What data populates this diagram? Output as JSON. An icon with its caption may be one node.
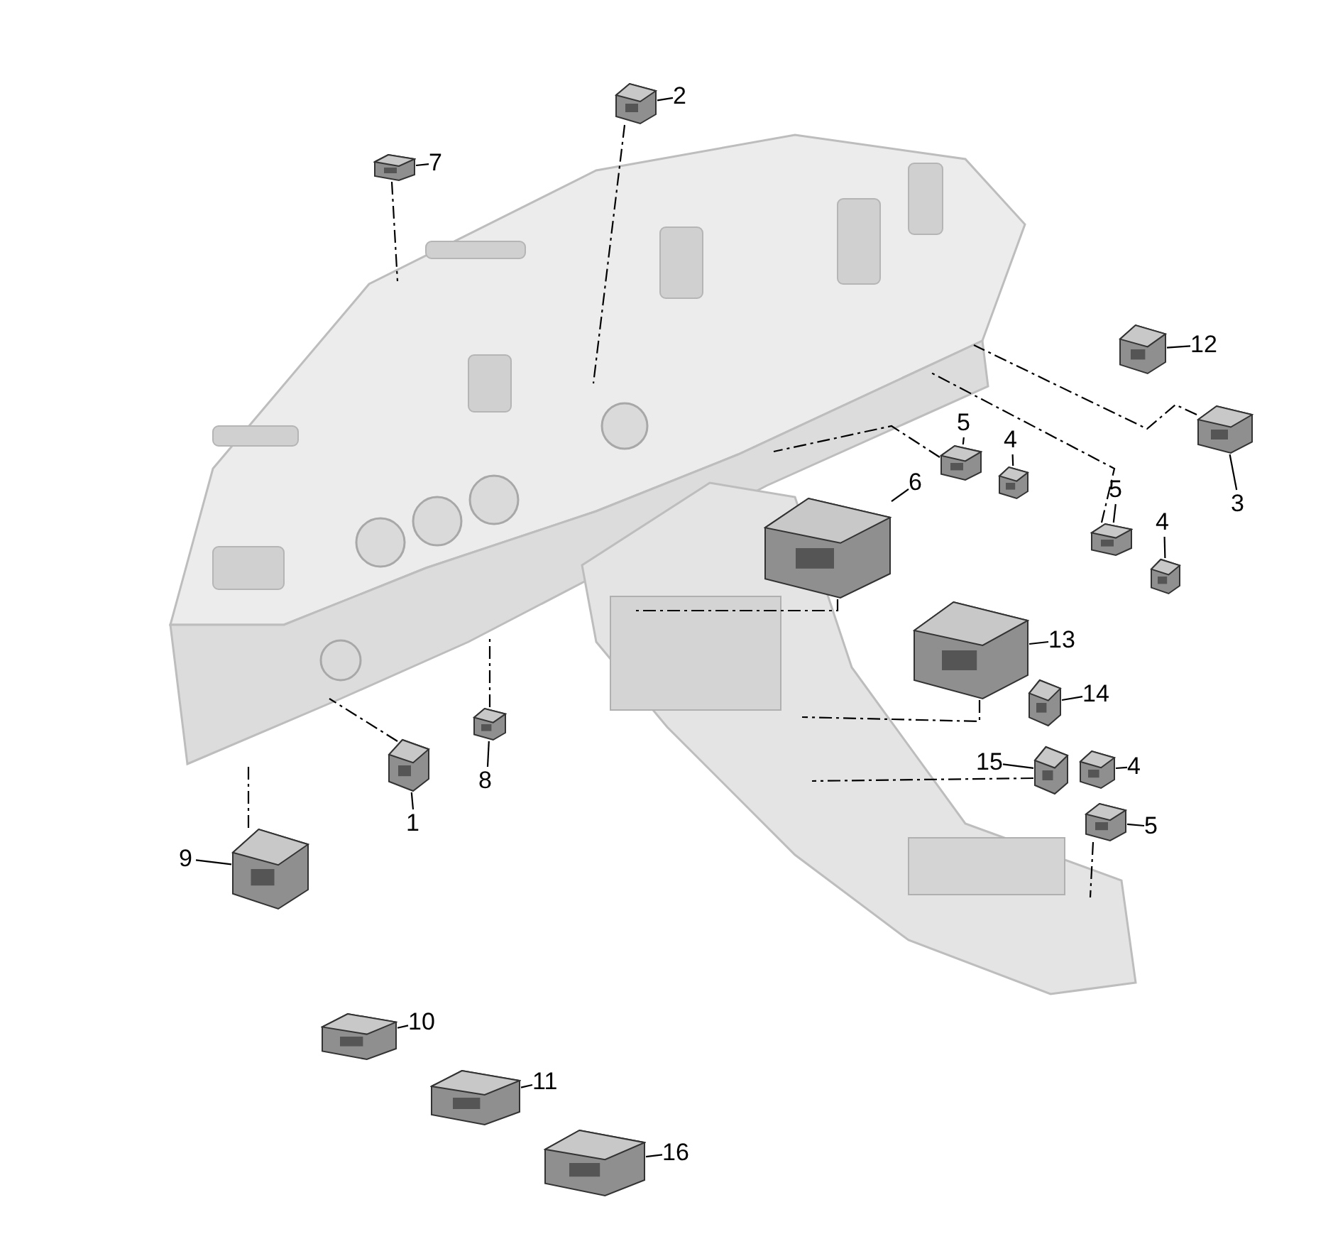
{
  "diagram": {
    "nodes": [
      {
        "text": [],
        "shape": "picture"
      },
      {
        "text": [
          "1"
        ]
      },
      {
        "text": [],
        "shape": "picture"
      },
      {
        "text": [
          "2"
        ]
      },
      {
        "text": [],
        "shape": "picture"
      },
      {
        "text": [
          "3"
        ]
      },
      {
        "text": [],
        "shape": "picture"
      },
      {
        "text": [
          "4"
        ]
      },
      {
        "text": [],
        "shape": "picture"
      },
      {
        "text": [
          "4"
        ]
      },
      {
        "text": [],
        "shape": "picture"
      },
      {
        "text": [
          "4"
        ]
      },
      {
        "text": [],
        "shape": "picture"
      },
      {
        "text": [
          "5"
        ]
      },
      {
        "text": [],
        "shape": "picture"
      },
      {
        "text": [
          "5"
        ]
      },
      {
        "text": [],
        "shape": "picture"
      },
      {
        "text": [
          "5"
        ]
      },
      {
        "text": [],
        "shape": "picture"
      },
      {
        "text": [
          "6"
        ]
      },
      {
        "text": [],
        "shape": "picture"
      },
      {
        "text": [
          "7"
        ]
      },
      {
        "text": [],
        "shape": "picture"
      },
      {
        "text": [
          "8"
        ]
      },
      {
        "text": [],
        "shape": "picture"
      },
      {
        "text": [
          "9"
        ]
      },
      {
        "text": [],
        "shape": "picture"
      },
      {
        "text": [
          "10"
        ]
      },
      {
        "text": [],
        "shape": "picture"
      },
      {
        "text": [
          "11"
        ]
      },
      {
        "text": [],
        "shape": "picture"
      },
      {
        "text": [
          "12"
        ]
      },
      {
        "text": [],
        "shape": "picture"
      },
      {
        "text": [
          "13"
        ]
      },
      {
        "text": [],
        "shape": "picture"
      },
      {
        "text": [
          "14"
        ]
      },
      {
        "text": [],
        "shape": "picture"
      },
      {
        "text": [
          "15"
        ]
      },
      {
        "text": [],
        "shape": "picture"
      },
      {
        "text": [
          "16"
        ]
      },
      {
        "text": [],
        "shape": "picture"
      }
    ],
    "edges": [
      {
        "from": 1,
        "to": 2,
        "arrow": "none"
      },
      {
        "from": 3,
        "to": 4,
        "arrow": "none"
      },
      {
        "from": 5,
        "to": 6,
        "arrow": "none"
      },
      {
        "from": 7,
        "to": 8,
        "arrow": "none"
      },
      {
        "from": 9,
        "to": 10,
        "arrow": "none"
      },
      {
        "from": 11,
        "to": 12,
        "arrow": "none"
      },
      {
        "from": 13,
        "to": 14,
        "arrow": "none"
      },
      {
        "from": 15,
        "to": 16,
        "arrow": "none"
      },
      {
        "from": 17,
        "to": 18,
        "arrow": "none"
      },
      {
        "from": 19,
        "to": 20,
        "arrow": "none"
      },
      {
        "from": 21,
        "to": 22,
        "arrow": "none"
      },
      {
        "from": 23,
        "to": 24,
        "arrow": "none"
      },
      {
        "from": 25,
        "to": 26,
        "arrow": "none"
      },
      {
        "from": 27,
        "to": 28,
        "arrow": "none"
      },
      {
        "from": 29,
        "to": 30,
        "arrow": "none"
      },
      {
        "from": 31,
        "to": 32,
        "arrow": "none"
      },
      {
        "from": 33,
        "to": 34,
        "arrow": "none"
      },
      {
        "from": 35,
        "to": 36,
        "arrow": "none"
      },
      {
        "from": 37,
        "to": 38,
        "arrow": "none"
      },
      {
        "from": 39,
        "to": 40,
        "arrow": "none"
      },
      {
        "from": 2,
        "to": 0,
        "arrow": "none",
        "style": "dashed"
      },
      {
        "from": 4,
        "to": 0,
        "arrow": "none",
        "style": "dashed"
      },
      {
        "from": 6,
        "to": 0,
        "arrow": "none",
        "style": "dashed"
      },
      {
        "from": 14,
        "to": 0,
        "arrow": "none",
        "style": "dashed"
      },
      {
        "from": 16,
        "to": 0,
        "arrow": "none",
        "style": "dashed"
      },
      {
        "from": 18,
        "to": 0,
        "arrow": "none",
        "style": "dashed"
      },
      {
        "from": 20,
        "to": 0,
        "arrow": "none",
        "style": "dashed"
      },
      {
        "from": 22,
        "to": 0,
        "arrow": "none",
        "style": "dashed"
      },
      {
        "from": 24,
        "to": 0,
        "arrow": "none",
        "style": "dashed"
      },
      {
        "from": 26,
        "to": 0,
        "arrow": "none",
        "style": "dashed"
      },
      {
        "from": 34,
        "to": 0,
        "arrow": "none",
        "style": "dashed"
      },
      {
        "from": 38,
        "to": 0,
        "arrow": "none",
        "style": "dashed"
      }
    ]
  }
}
